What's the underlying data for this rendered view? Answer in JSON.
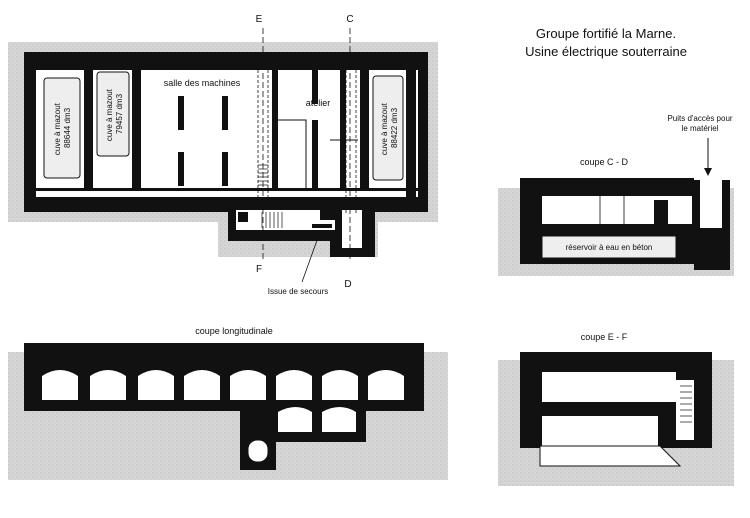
{
  "title": {
    "line1": "Groupe fortifié la Marne.",
    "line2": "Usine électrique souterraine"
  },
  "plan": {
    "cut_letters": [
      "E",
      "C",
      "F",
      "D"
    ],
    "tanks": [
      {
        "line1": "cuve à mazout",
        "line2": "88644 dm3"
      },
      {
        "line1": "cuve à mazout",
        "line2": "79457 dm3"
      },
      {
        "line1": "cuve à mazout",
        "line2": "88422 dm3"
      }
    ],
    "machine_room": "salle des machines",
    "workshop": "atelier",
    "emergency_exit": "Issue de secours"
  },
  "section_cd": {
    "title": "coupe  C - D",
    "access_shaft_line1": "Puits d'accès pour",
    "access_shaft_line2": "le matériel",
    "water_tank": "réservoir à eau en béton"
  },
  "section_long": {
    "title": "coupe  longitudinale"
  },
  "section_ef": {
    "title": "coupe  E - F"
  },
  "colors": {
    "wall": "#111111",
    "ground": "#d4d4d4",
    "interior": "#ffffff",
    "tank_fill": "#eeeeee"
  }
}
